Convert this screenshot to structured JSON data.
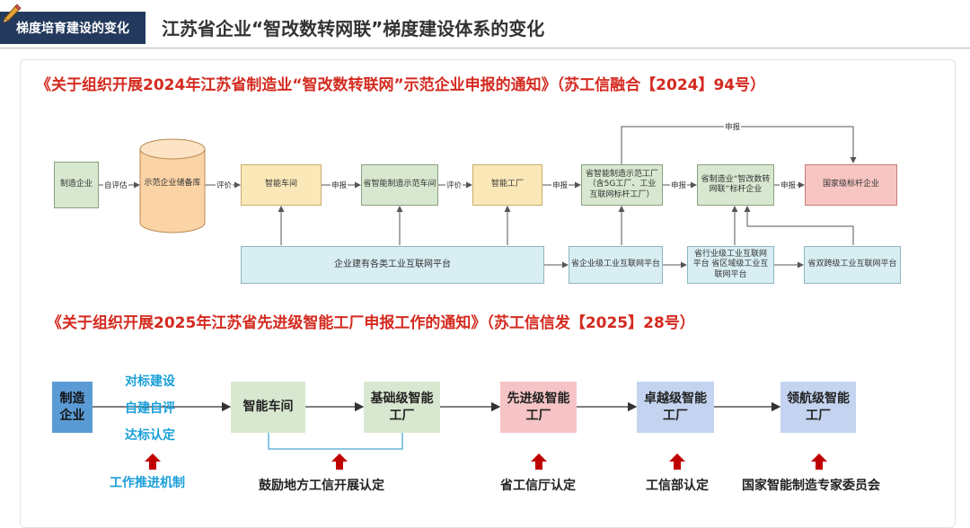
{
  "header": {
    "tag": "梯度培育建设的变化",
    "title": "江苏省企业“智改数转网联”梯度建设体系的变化"
  },
  "notice1": "《关于组织开展2024年江苏省制造业“智改数转联网”示范企业申报的通知》（苏工信融合【2024】94号）",
  "notice2": "《关于组织开展2025年江苏省先进级智能工厂申报工作的通知》（苏工信信发【2025】28号）",
  "flow1": {
    "nodes": {
      "manufacturer": "制造企业",
      "reserve_db": "示范企业储备库",
      "smart_workshop": "智能车间",
      "prov_workshop": "省智能制造示范车间",
      "smart_factory": "智能工厂",
      "prov_factory": "省智能制造示范工厂（含5G工厂、工业互联网标杆工厂）",
      "prov_enterprise": "省制造业“智改数转网联”标杆企业",
      "national": "国家级标杆企业",
      "platforms": "企业建有各类工业互联网平台",
      "ent_platform": "省企业级工业互联网平台",
      "industry_platform": "省行业级工业互联网平台 省区域级工业互联网平台",
      "cross_platform": "省双跨级工业互联网平台"
    },
    "edges": {
      "self_eval": "自评估",
      "evaluate1": "评价",
      "declare1": "申报",
      "evaluate2": "评价",
      "declare2": "申报",
      "declare3": "申报",
      "declare4": "申报",
      "declare_top": "申报"
    }
  },
  "flow2": {
    "manufacturer": "制造企业",
    "steps": [
      "对标建设",
      "自建自评",
      "达标认定"
    ],
    "workshop": "智能车间",
    "basic": "基础级智能工厂",
    "advanced": "先进级智能工厂",
    "excellent": "卓越级智能工厂",
    "leading": "领航级智能工厂",
    "labels": {
      "mechanism": "工作推进机制",
      "local": "鼓励地方工信开展认定",
      "province": "省工信厅认定",
      "ministry": "工信部认定",
      "national": "国家智能制造专家委员会"
    }
  },
  "colors": {
    "header_bg": "#23395d",
    "notice_red": "#d42a1f",
    "accent_blue": "#1a9fd8",
    "arrow_red": "#c00000"
  },
  "icons": [
    "pencil-icon",
    "database-icon",
    "up-arrow-icon"
  ]
}
